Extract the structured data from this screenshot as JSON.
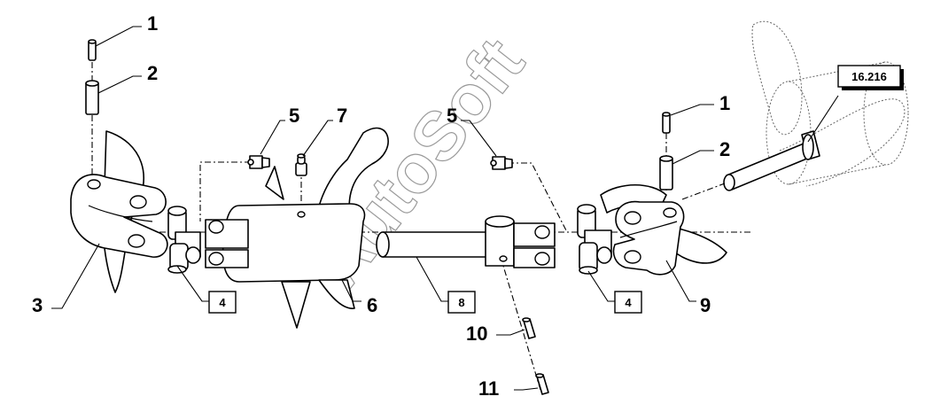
{
  "watermark": "AutoSoft",
  "callouts": {
    "c1_left": "1",
    "c2_left": "2",
    "c3": "3",
    "c5_left": "5",
    "c7": "7",
    "c6": "6",
    "c5_right": "5",
    "c1_right": "1",
    "c2_right": "2",
    "c9": "9",
    "c10": "10",
    "c11": "11"
  },
  "boxes": {
    "b4_left": "4",
    "b8": "8",
    "b4_right": "4",
    "ref": "16.216"
  }
}
